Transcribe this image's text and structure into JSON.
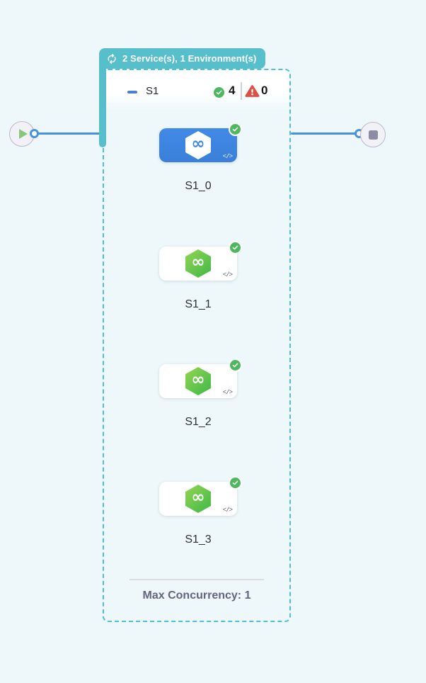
{
  "header_badge": {
    "label": "2 Service(s), 1 Environment(s)"
  },
  "stage": {
    "name": "S1",
    "success_count": "4",
    "failure_count": "0",
    "max_concurrency": "Max Concurrency: 1",
    "steps": [
      {
        "label": "S1_0",
        "status": "success",
        "selected": true
      },
      {
        "label": "S1_1",
        "status": "success",
        "selected": false
      },
      {
        "label": "S1_2",
        "status": "success",
        "selected": false
      },
      {
        "label": "S1_3",
        "status": "success",
        "selected": false
      }
    ]
  },
  "icons": {
    "code_glyph": "</>",
    "infinity_glyph": "∞"
  },
  "colors": {
    "background": "#eef8fb",
    "teal": "#57bfcb",
    "dashed_border": "#4cc0d4",
    "selected_blue": "#3d87e1",
    "edge_blue": "#4a90e2",
    "success_green": "#4eb85e",
    "error_red": "#dc5147"
  }
}
